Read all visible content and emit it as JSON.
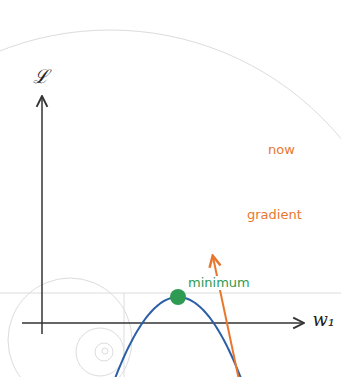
{
  "diagram": {
    "labels": [
      "ℒ",
      "w₁",
      "now",
      "gradient",
      "minimum"
    ]
  }
}
